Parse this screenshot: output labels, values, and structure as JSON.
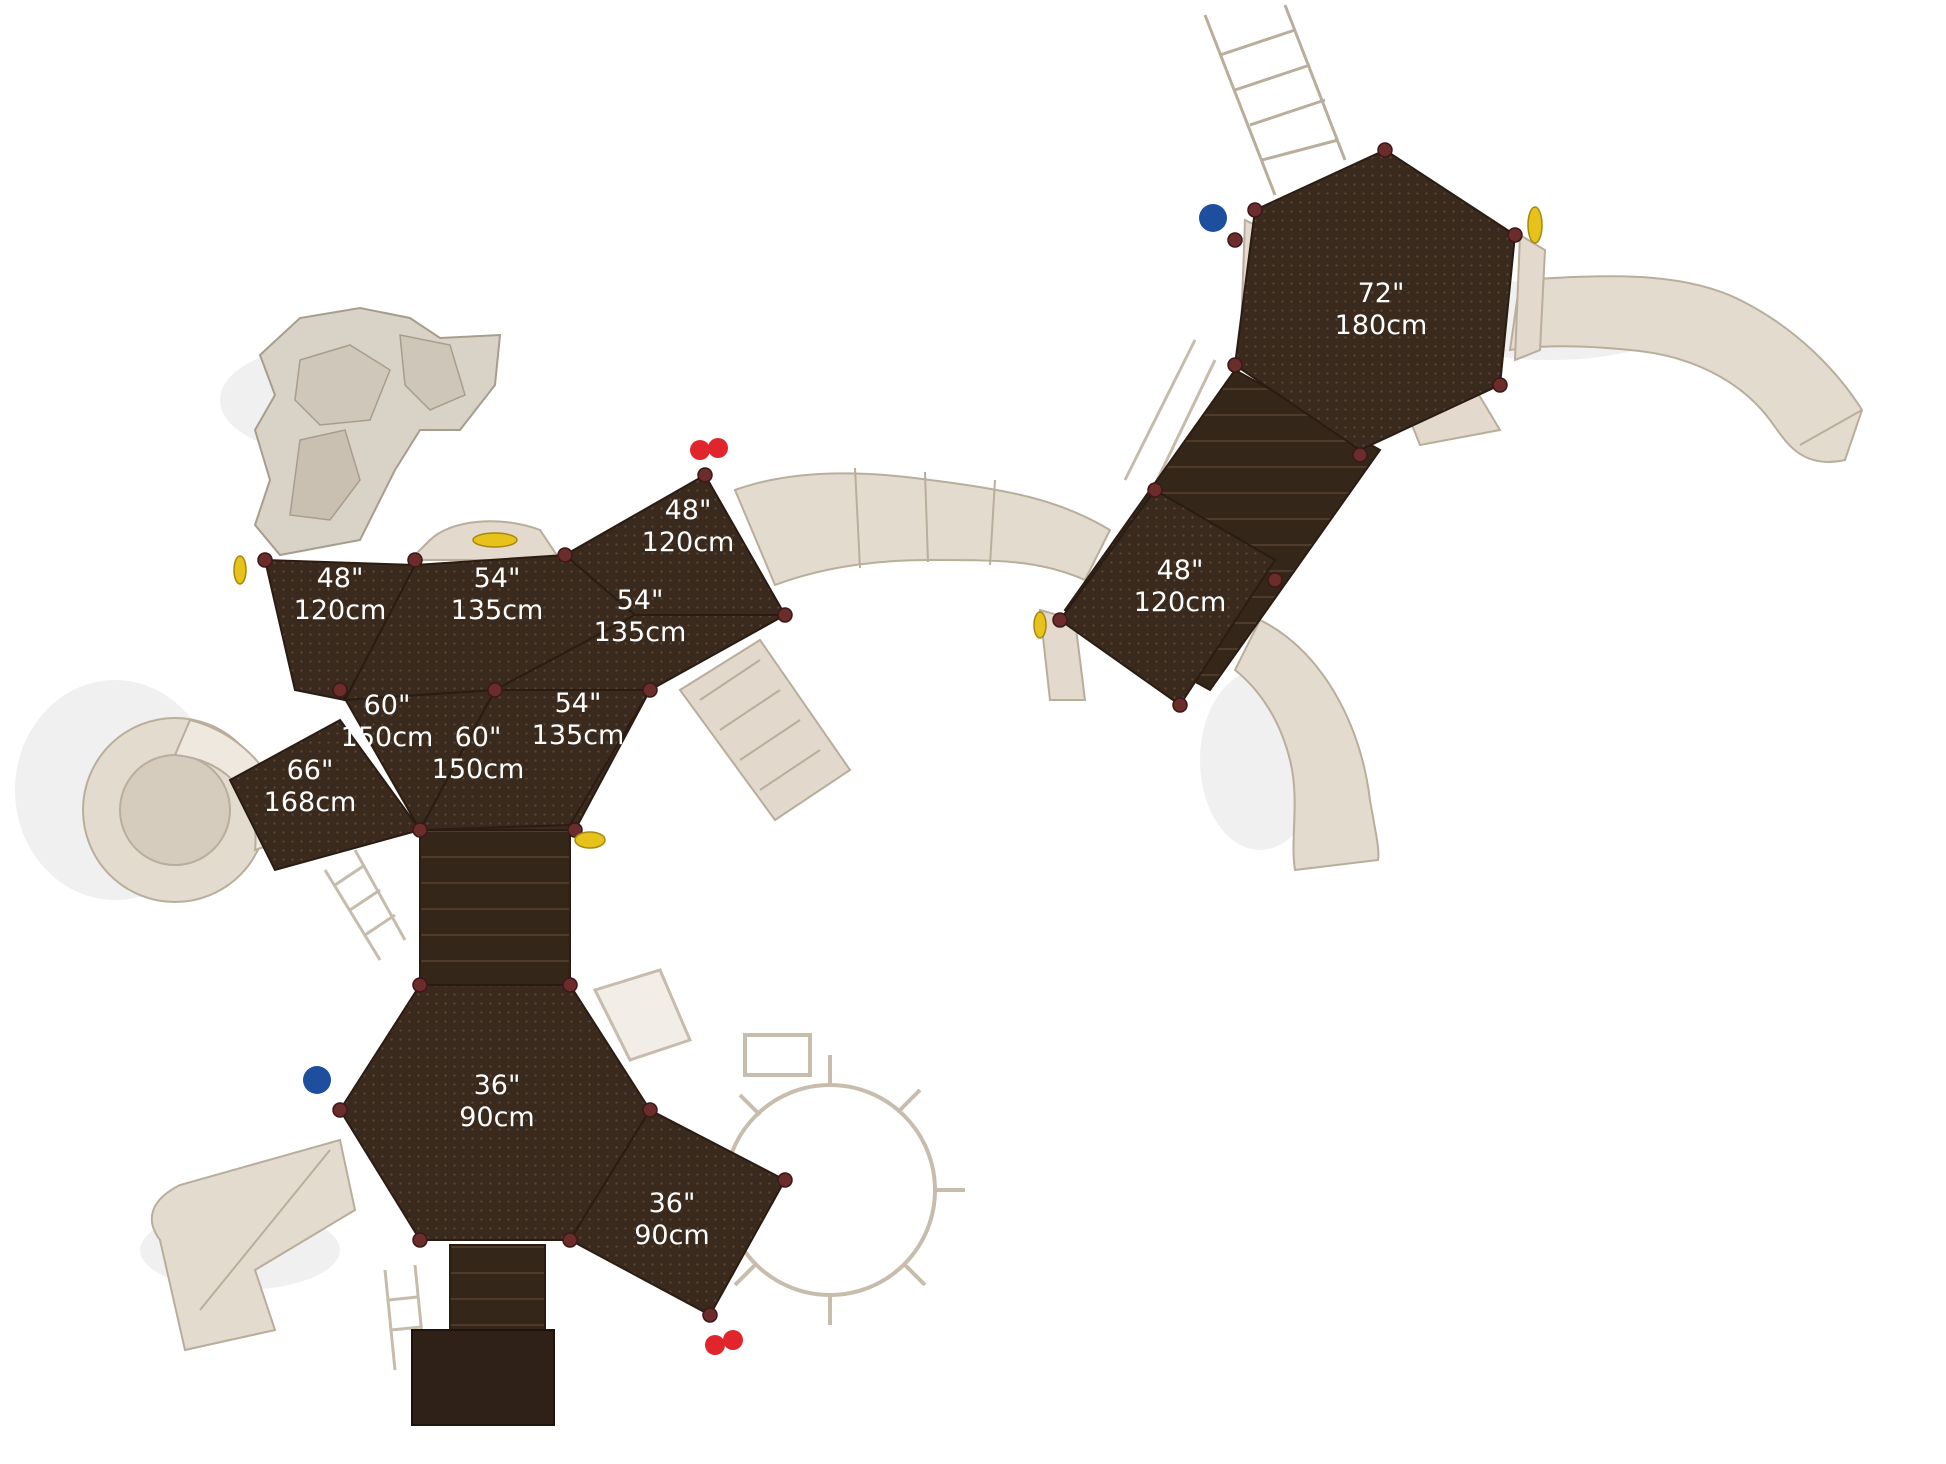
{
  "colors": {
    "deck": "#3a2a1e",
    "deck_edge": "#2a1c12",
    "deck_seam": "#5a4634",
    "post": "#6b2c2c",
    "structure": "#e3d9cc",
    "structure_edge": "#b9ad9c",
    "shadow": "#ececec",
    "rock": "#d9d2c6",
    "label": "#ffffff",
    "accent_yellow": "#e6c21a",
    "accent_red": "#e0262c",
    "accent_blue": "#1d4f9e"
  },
  "decks": [
    {
      "height_in": "48\"",
      "height_cm": "120cm"
    },
    {
      "height_in": "54\"",
      "height_cm": "135cm"
    },
    {
      "height_in": "48\"",
      "height_cm": "120cm"
    },
    {
      "height_in": "54\"",
      "height_cm": "135cm"
    },
    {
      "height_in": "60\"",
      "height_cm": "150cm"
    },
    {
      "height_in": "60\"",
      "height_cm": "150cm"
    },
    {
      "height_in": "54\"",
      "height_cm": "135cm"
    },
    {
      "height_in": "66\"",
      "height_cm": "168cm"
    },
    {
      "height_in": "36\"",
      "height_cm": "90cm"
    },
    {
      "height_in": "36\"",
      "height_cm": "90cm"
    },
    {
      "height_in": "48\"",
      "height_cm": "120cm"
    },
    {
      "height_in": "72\"",
      "height_cm": "180cm"
    }
  ],
  "components": [
    {
      "icon": "climbing-rock-icon"
    },
    {
      "icon": "tunnel-slide-icon"
    },
    {
      "icon": "spiral-slide-icon"
    },
    {
      "icon": "curved-slide-icon"
    },
    {
      "icon": "wave-slide-icon"
    },
    {
      "icon": "double-slide-icon"
    },
    {
      "icon": "ladder-icon"
    },
    {
      "icon": "spinner-climber-icon"
    },
    {
      "icon": "block-climber-icon"
    },
    {
      "icon": "steering-wheel-icon"
    },
    {
      "icon": "binocular-icon"
    },
    {
      "icon": "ring-climber-icon"
    }
  ]
}
